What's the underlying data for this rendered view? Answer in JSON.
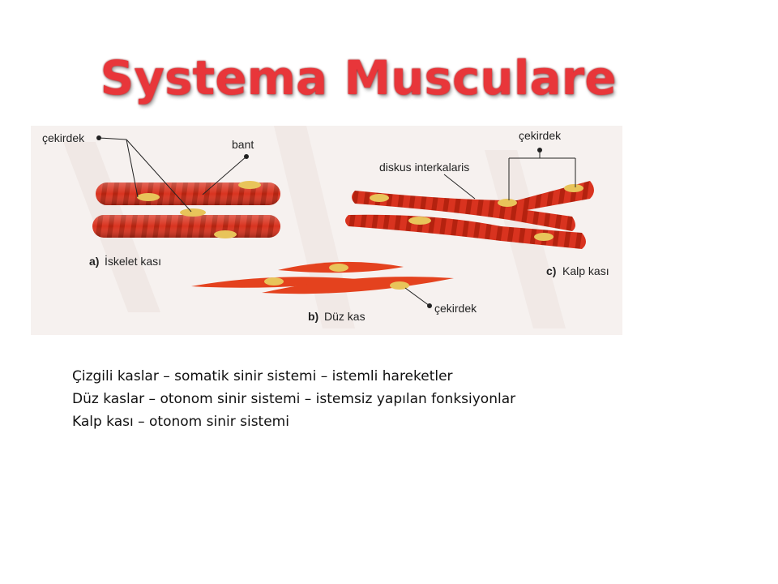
{
  "slide": {
    "title": "Systema Musculare"
  },
  "figure": {
    "labels": {
      "cekirdek_a": "çekirdek",
      "bant": "bant",
      "skeletal_letter": "a)",
      "skeletal": "İskelet kası",
      "smooth_letter": "b)",
      "smooth": "Düz kas",
      "cekirdek_b": "çekirdek",
      "diskus": "diskus interkalaris",
      "cekirdek_c": "çekirdek",
      "cardiac_letter": "c)",
      "cardiac": "Kalp kası"
    },
    "colors": {
      "muscle": "#d9331f",
      "muscle_dark": "#a8200f",
      "nucleus": "#e8c45a",
      "smooth": "#e4421e",
      "background": "#f7f3f1"
    }
  },
  "captions": [
    "Çizgili kaslar – somatik sinir sistemi – istemli hareketler",
    "Düz kaslar – otonom sinir sistemi – istemsiz yapılan fonksiyonlar",
    "Kalp kası – otonom sinir sistemi"
  ]
}
